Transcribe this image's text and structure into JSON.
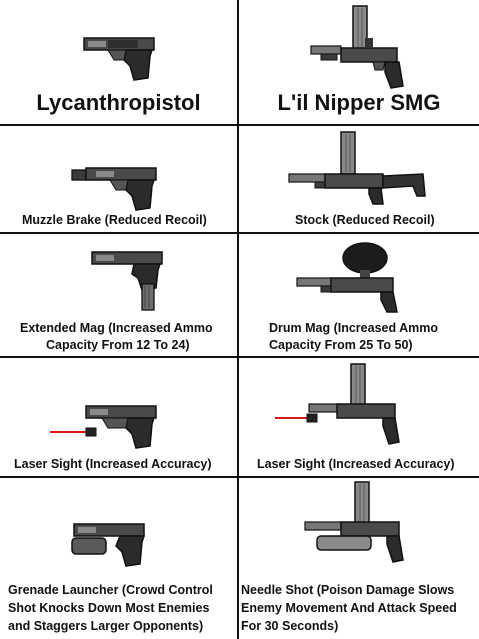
{
  "columns": {
    "left": {
      "title": "Lycanthropistol",
      "items": [
        {
          "caption": "Muzzle Brake (Reduced Recoil)"
        },
        {
          "caption_lines": [
            "Extended Mag (Increased Ammo",
            "Capacity From 12 To 24)"
          ]
        },
        {
          "caption": "Laser Sight (Increased Accuracy)"
        },
        {
          "caption_lines": [
            "Grenade Launcher (Crowd Control",
            "Shot Knocks Down Most Enemies",
            "and Staggers Larger Opponents)"
          ]
        }
      ]
    },
    "right": {
      "title": "L'il Nipper SMG",
      "items": [
        {
          "caption": "Stock (Reduced Recoil)"
        },
        {
          "caption_lines": [
            "Drum Mag (Increased Ammo",
            "Capacity From 25 To 50)"
          ]
        },
        {
          "caption": "Laser Sight (Increased Accuracy)"
        },
        {
          "caption_lines": [
            "Needle Shot (Poison Damage Slows",
            "Enemy Movement And Attack Speed",
            "For 30 Seconds)"
          ]
        }
      ]
    }
  },
  "colors": {
    "lines": "#111111",
    "laser": "#d81818",
    "gun_dark": "#3b3b3b",
    "gun_mid": "#6e6e6e",
    "gun_light": "#9a9a9a"
  }
}
